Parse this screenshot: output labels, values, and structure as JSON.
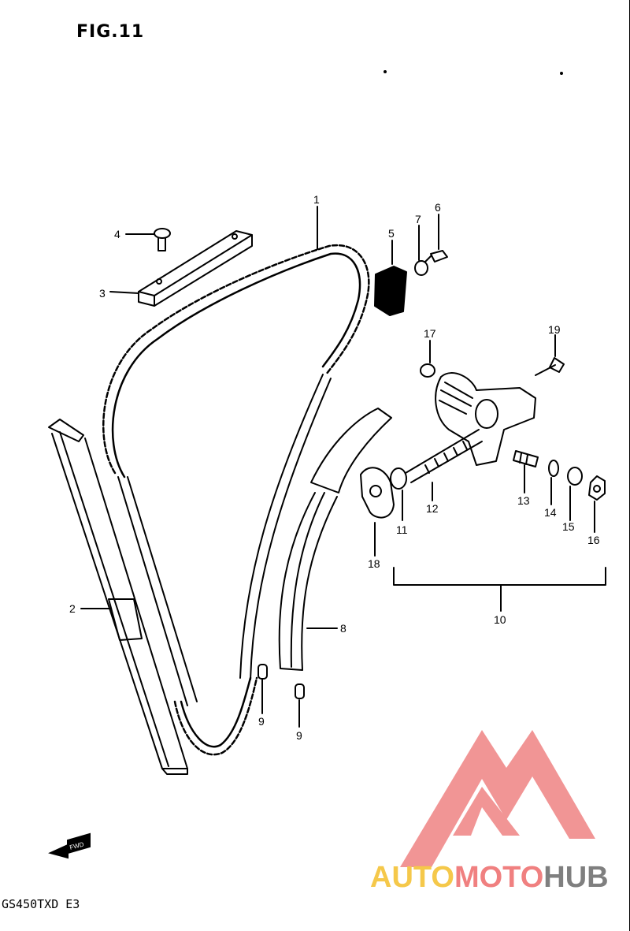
{
  "figure": {
    "title": "FIG.11",
    "model_code": "GS450TXD E3"
  },
  "parts": [
    {
      "ref": "1",
      "label": "1"
    },
    {
      "ref": "2",
      "label": "2"
    },
    {
      "ref": "3",
      "label": "3"
    },
    {
      "ref": "4",
      "label": "4"
    },
    {
      "ref": "5",
      "label": "5"
    },
    {
      "ref": "6",
      "label": "6"
    },
    {
      "ref": "7",
      "label": "7"
    },
    {
      "ref": "8",
      "label": "8"
    },
    {
      "ref": "9a",
      "label": "9"
    },
    {
      "ref": "9b",
      "label": "9"
    },
    {
      "ref": "10",
      "label": "10"
    },
    {
      "ref": "11",
      "label": "11"
    },
    {
      "ref": "12",
      "label": "12"
    },
    {
      "ref": "13",
      "label": "13"
    },
    {
      "ref": "14",
      "label": "14"
    },
    {
      "ref": "15",
      "label": "15"
    },
    {
      "ref": "16",
      "label": "16"
    },
    {
      "ref": "17",
      "label": "17"
    },
    {
      "ref": "18",
      "label": "18"
    },
    {
      "ref": "19",
      "label": "19"
    }
  ],
  "fwd_arrow": {
    "label": "FWD"
  },
  "watermark": {
    "part1": "AUTO",
    "part2": "MOTO",
    "part3": "HUB",
    "color1": "#f5c84a",
    "color2": "#f08080",
    "color3": "#808080"
  }
}
